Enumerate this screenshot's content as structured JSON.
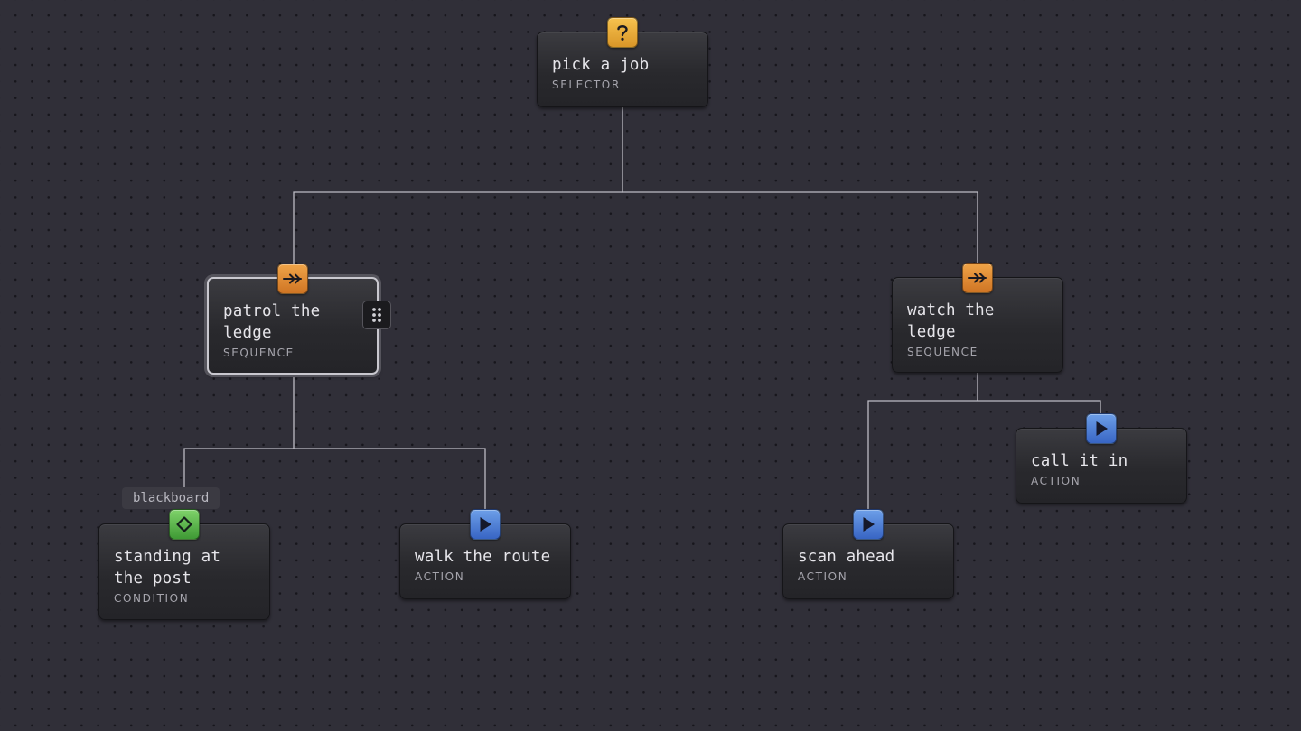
{
  "nodes": {
    "root": {
      "title": "pick a job",
      "type": "SELECTOR",
      "icon": "question-icon"
    },
    "patrol": {
      "title": "patrol the\nledge",
      "type": "SEQUENCE",
      "icon": "sequence-arrow-icon",
      "selected": true
    },
    "watch": {
      "title": "watch the\nledge",
      "type": "SEQUENCE",
      "icon": "sequence-arrow-icon"
    },
    "standing": {
      "title": "standing at\nthe post",
      "type": "CONDITION",
      "icon": "diamond-icon"
    },
    "walk": {
      "title": "walk the route",
      "type": "ACTION",
      "icon": "play-icon"
    },
    "scan": {
      "title": "scan ahead",
      "type": "ACTION",
      "icon": "play-icon"
    },
    "call": {
      "title": "call it in",
      "type": "ACTION",
      "icon": "play-icon"
    }
  },
  "tags": {
    "blackboard": "blackboard"
  },
  "colors": {
    "canvas": "#302f38",
    "selector_badge": "#f6c24e",
    "sequence_badge": "#e8923a",
    "action_badge": "#5a8ae0",
    "condition_badge": "#5fbf4f",
    "edge": "#bdbcc4"
  }
}
